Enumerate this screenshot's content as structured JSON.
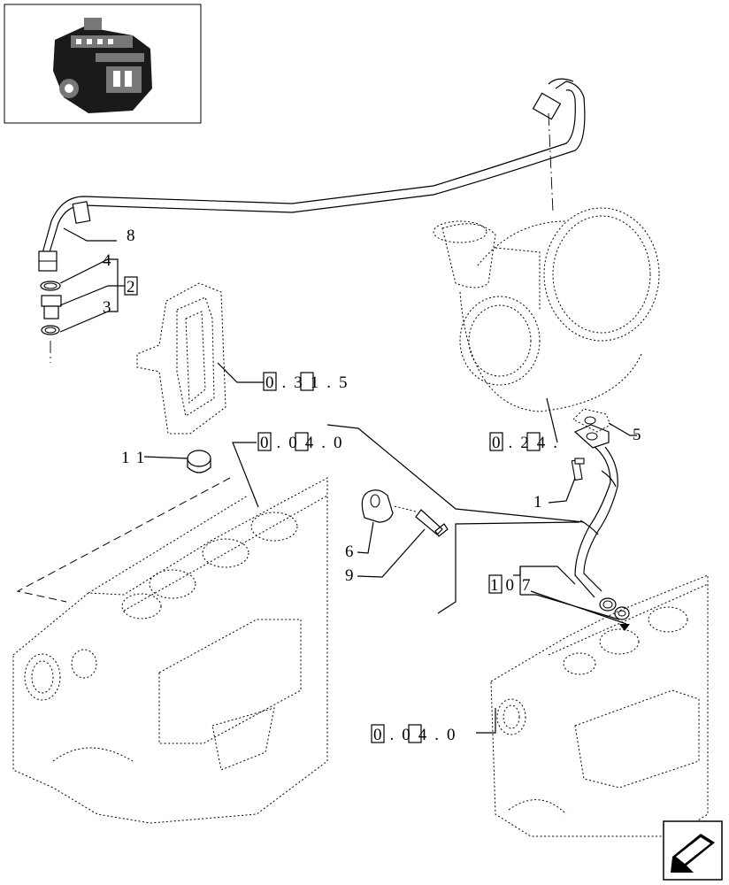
{
  "labels": {
    "p1": "1",
    "p2": "2",
    "p3": "3",
    "p4": "4",
    "p5": "5",
    "p6": "6",
    "p7": "7",
    "p8": "8",
    "p9": "9",
    "p10": "10",
    "p11": "11"
  },
  "refs": {
    "r1": "0.31.5",
    "r2": "0.04.0",
    "r3": "0.24.",
    "r4": "0.04.0"
  },
  "icons": {
    "thumbnail": "engine-thumbnail",
    "nav": "next-page-arrow-icon"
  }
}
